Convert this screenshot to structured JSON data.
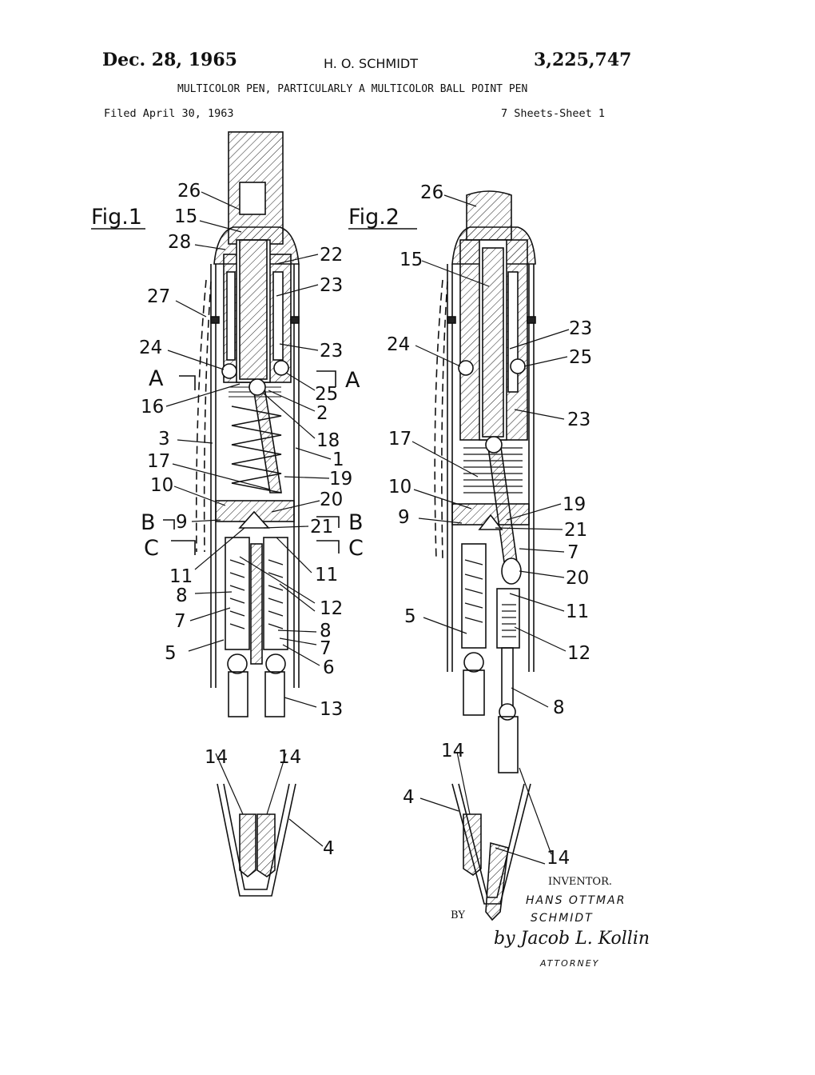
{
  "header": {
    "date": "Dec. 28, 1965",
    "inventor_header": "H. O. SCHMIDT",
    "patent_number": "3,225,747",
    "title": "MULTICOLOR PEN, PARTICULARLY A MULTICOLOR BALL POINT PEN",
    "filed": "Filed April 30, 1963",
    "sheets": "7 Sheets-Sheet 1"
  },
  "figures": {
    "fig1_label": "Fig.1",
    "fig2_label": "Fig.2",
    "fig1_refs": [
      "26",
      "15",
      "28",
      "27",
      "22",
      "23",
      "23",
      "24",
      "25",
      "A",
      "A",
      "16",
      "2",
      "18",
      "3",
      "17",
      "1",
      "19",
      "10",
      "20",
      "B",
      "9",
      "B",
      "21",
      "C",
      "C",
      "11",
      "11",
      "8",
      "12",
      "7",
      "8",
      "7",
      "5",
      "6",
      "13",
      "14",
      "14",
      "4"
    ],
    "fig2_refs": [
      "26",
      "15",
      "24",
      "23",
      "25",
      "23",
      "17",
      "10",
      "19",
      "9",
      "21",
      "7",
      "20",
      "5",
      "11",
      "12",
      "8",
      "14",
      "4",
      "14"
    ]
  },
  "signature": {
    "inventor_caption": "INVENTOR.",
    "inventor_name_1": "HANS OTTMAR",
    "inventor_name_2": "SCHMIDT",
    "by": "BY",
    "attorney_signature": "by Jacob L. Kollin",
    "attorney_caption": "ATTORNEY"
  }
}
